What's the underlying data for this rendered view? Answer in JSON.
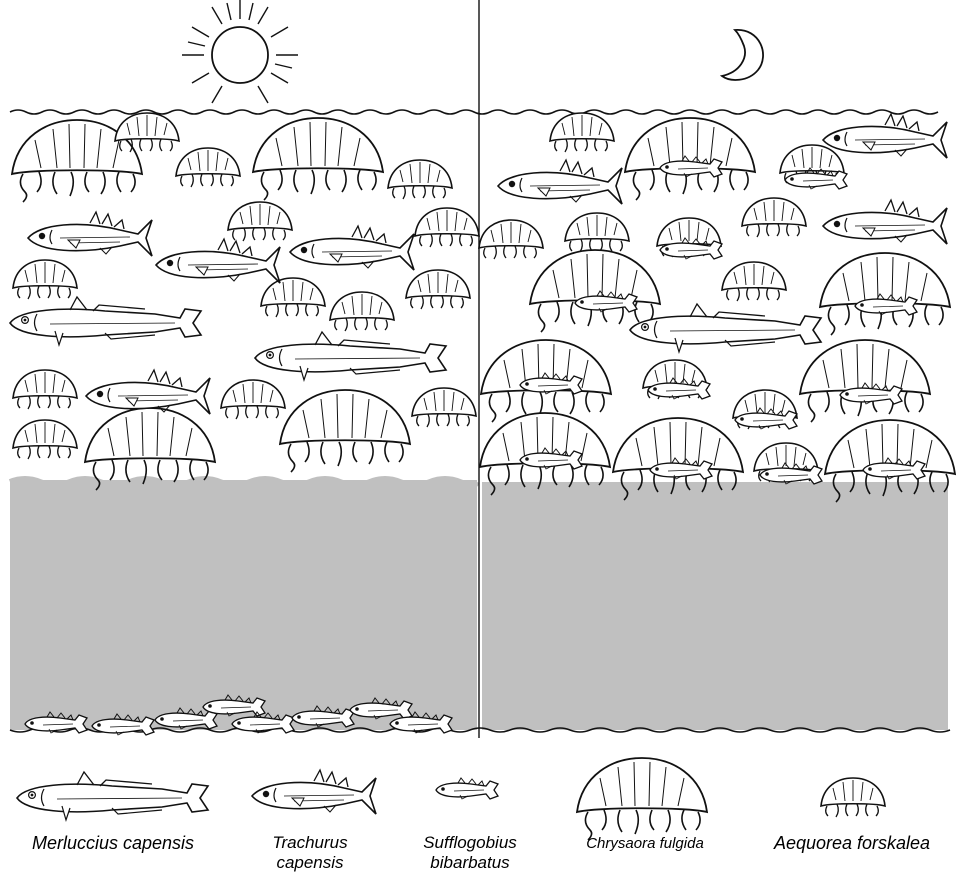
{
  "legend": [
    {
      "key": "hake",
      "name": "Merluccius capensis"
    },
    {
      "key": "mackerel",
      "name": "Trachurus capensis"
    },
    {
      "key": "goby",
      "name": "Sufflogobius bibarbatus"
    },
    {
      "key": "big_jelly",
      "name": "Chrysaora fulgida"
    },
    {
      "key": "small_jelly",
      "name": "Aequorea forskalea"
    }
  ],
  "panels": {
    "left": {
      "sky_symbol": "sun-icon"
    },
    "right": {
      "sky_symbol": "crescent-moon-icon"
    }
  },
  "colors": {
    "line": "#111111",
    "deep_water": "#c0c0c0",
    "background": "#ffffff"
  }
}
